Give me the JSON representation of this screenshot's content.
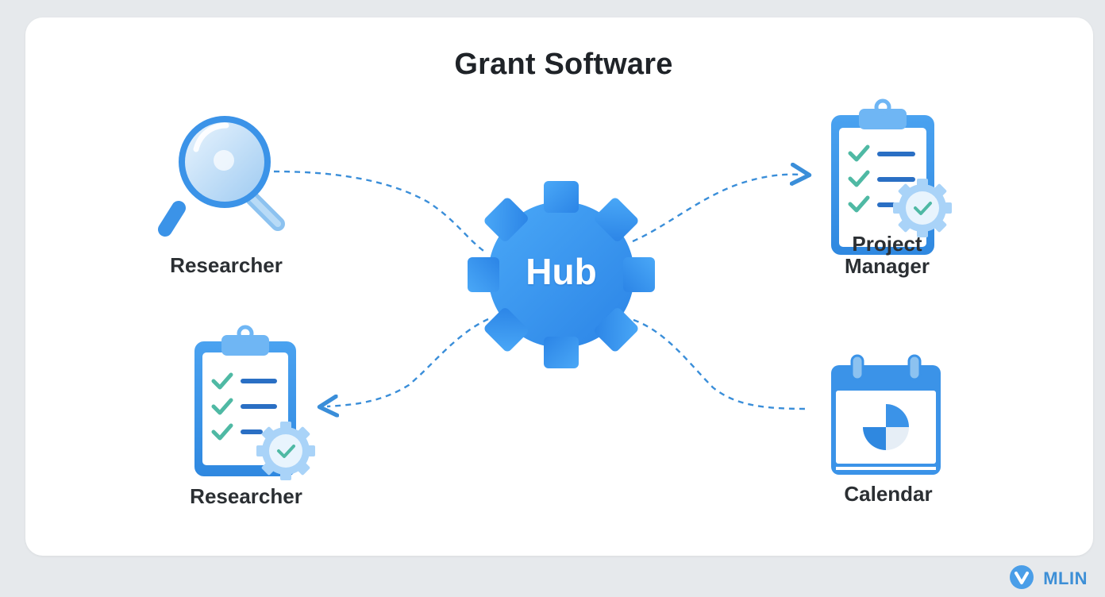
{
  "title": "Grant Software",
  "hub": {
    "label": "Hub"
  },
  "nodes": {
    "top_left": {
      "label": "Researcher",
      "icon": "magnifier-icon"
    },
    "bottom_left": {
      "label": "Researcher",
      "icon": "clipboard-checklist-icon"
    },
    "top_right": {
      "label_line1": "Project",
      "label_line2": "Manager",
      "icon": "clipboard-checklist-icon"
    },
    "bottom_right": {
      "label": "Calendar",
      "icon": "calendar-icon"
    }
  },
  "colors": {
    "accent": "#3b9af0",
    "accent_dark": "#2a7fd4",
    "check": "#4fb9a4",
    "line": "#3a8ed9"
  },
  "watermark": {
    "text": "MLIN"
  }
}
